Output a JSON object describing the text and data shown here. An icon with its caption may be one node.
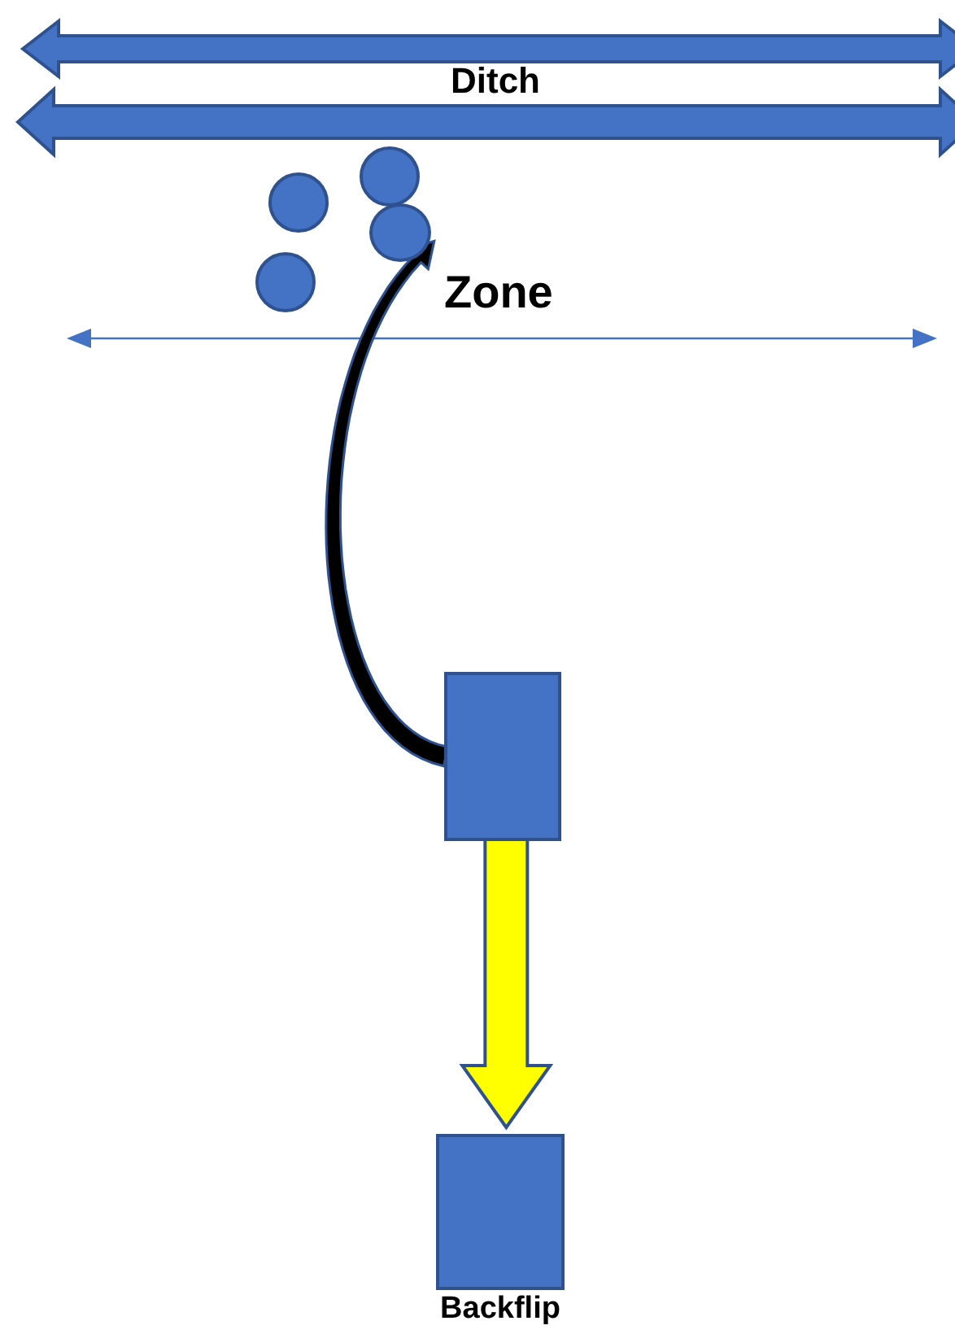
{
  "diagram": {
    "nodes": [
      {
        "text": [],
        "shape": "circle"
      },
      {
        "text": [],
        "shape": "circle"
      },
      {
        "text": [],
        "shape": "circle"
      },
      {
        "text": [],
        "shape": "circle"
      },
      {
        "text": [],
        "shape": "box"
      },
      {
        "text": [
          "Backflip"
        ]
      }
    ],
    "edges": [
      {
        "from": 4,
        "to": 2,
        "arrow": "to",
        "style": "thick",
        "color": "#000000"
      },
      {
        "from": 4,
        "to": 5,
        "arrow": "to",
        "style": "thick",
        "color": "#ffff00"
      }
    ],
    "labels": [
      "Ditch",
      "Zone"
    ]
  }
}
